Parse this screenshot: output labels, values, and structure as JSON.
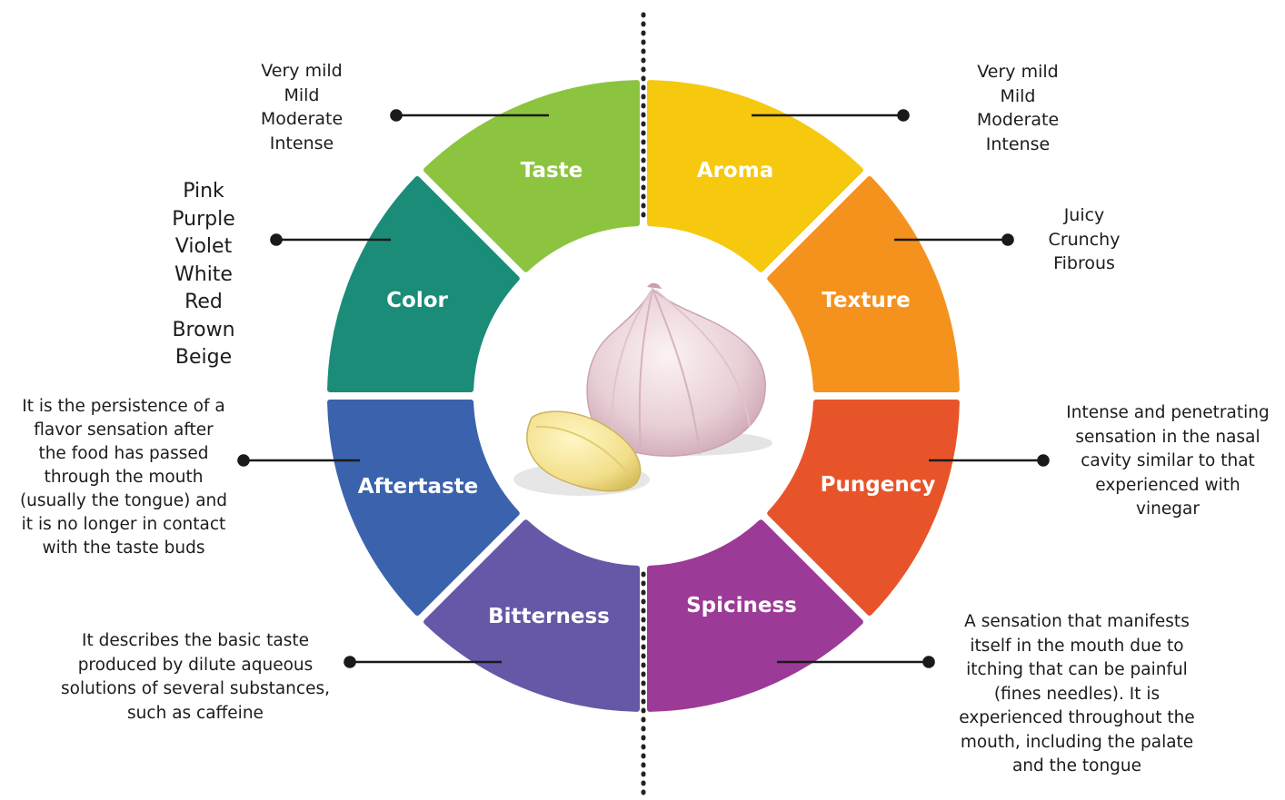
{
  "segments": [
    {
      "id": "taste",
      "label": "Taste",
      "color": "#8cc43f"
    },
    {
      "id": "aroma",
      "label": "Aroma",
      "color": "#f6c90e"
    },
    {
      "id": "texture",
      "label": "Texture",
      "color": "#f5921e"
    },
    {
      "id": "pungency",
      "label": "Pungency",
      "color": "#e8542a"
    },
    {
      "id": "spiciness",
      "label": "Spiciness",
      "color": "#9c3a97"
    },
    {
      "id": "bitterness",
      "label": "Bitterness",
      "color": "#6658a6"
    },
    {
      "id": "aftertaste",
      "label": "Aftertaste",
      "color": "#3a62ad"
    },
    {
      "id": "color",
      "label": "Color",
      "color": "#1a8c78"
    }
  ],
  "descriptions": {
    "taste": [
      "Very mild",
      "Mild",
      "Moderate",
      "Intense"
    ],
    "aroma": [
      "Very mild",
      "Mild",
      "Moderate",
      "Intense"
    ],
    "color": [
      "Pink",
      "Purple",
      "Violet",
      "White",
      "Red",
      "Brown",
      "Beige"
    ],
    "texture": [
      "Juicy",
      "Crunchy",
      "Fibrous"
    ],
    "aftertaste": [
      "It is the persistence of a",
      "flavor sensation after",
      "the food has passed",
      "through the mouth",
      "(usually the tongue) and",
      "it is no longer in contact",
      "with the taste buds"
    ],
    "pungency": [
      "Intense and penetrating",
      "sensation in the nasal",
      "cavity similar to that",
      "experienced with",
      "vinegar"
    ],
    "bitterness": [
      "It describes the basic taste",
      "produced by dilute aqueous",
      "solutions of several substances,",
      "such as caffeine"
    ],
    "spiciness": [
      "A sensation that manifests",
      "itself in the mouth due to",
      "itching that can be painful",
      "(fines needles). It is",
      "experienced throughout the",
      "mouth, including the palate",
      "and the tongue"
    ]
  },
  "center_icon": "garlic-icon"
}
